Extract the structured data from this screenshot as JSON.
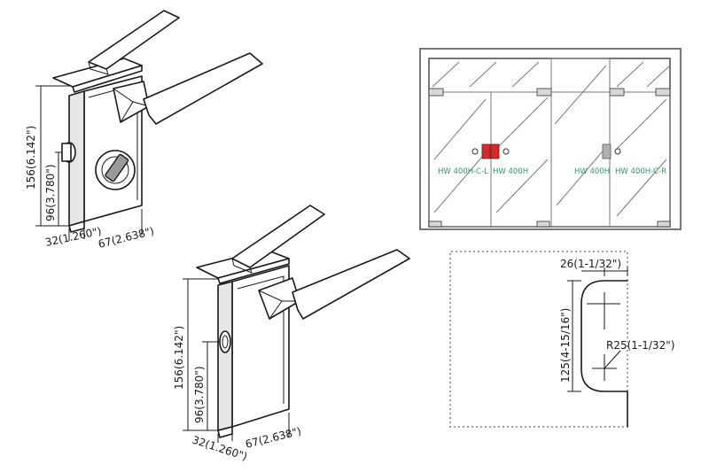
{
  "lock_top": {
    "height_label": "156(6.142\")",
    "hole_label": "96(3.780\")",
    "depth_label": "32(1.260\")",
    "width_label": "67(2.638\")"
  },
  "lock_bottom": {
    "height_label": "156(6.142\")",
    "hole_label": "96(3.780\")",
    "depth_label": "32(1.260\")",
    "width_label": "67(2.638\")"
  },
  "door_elevation": {
    "labels": [
      "HW 400H-C-L",
      "HW 400H",
      "HW 400H",
      "HW 400H-C-R"
    ],
    "colors": {
      "patch_red": "#d42a2a",
      "patch_gray": "#b0b0b0",
      "text_green": "#2e9a6a"
    }
  },
  "cutout_detail": {
    "width_label": "26(1-1/32\")",
    "height_label": "125(4-15/16\")",
    "radius_label": "R25(1-1/32\")"
  }
}
